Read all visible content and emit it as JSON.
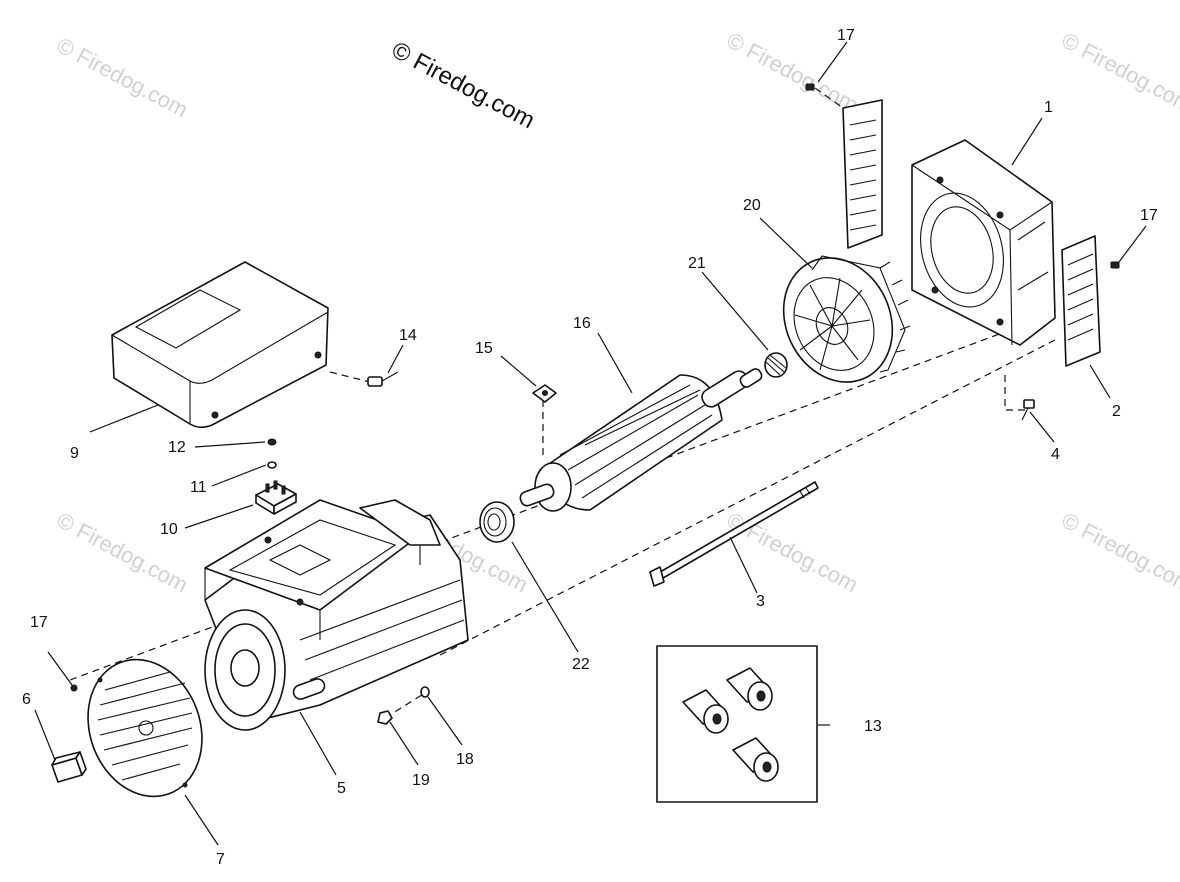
{
  "watermark_brand": "© Firedog.com",
  "watermarks": [
    "© Firedog.com",
    "© Firedog.com",
    "© Firedog.com",
    "© Firedog.com",
    "© Firedog.com",
    "© Firedog.com",
    "© Firedog.com"
  ],
  "callouts": {
    "p1": "1",
    "p2": "2",
    "p3": "3",
    "p4": "4",
    "p5": "5",
    "p6": "6",
    "p7": "7",
    "p9": "9",
    "p10": "10",
    "p11": "11",
    "p12": "12",
    "p13": "13",
    "p14": "14",
    "p15": "15",
    "p16": "16",
    "p17a": "17",
    "p17b": "17",
    "p17c": "17",
    "p18": "18",
    "p19": "19",
    "p20": "20",
    "p21": "21",
    "p22": "22"
  }
}
